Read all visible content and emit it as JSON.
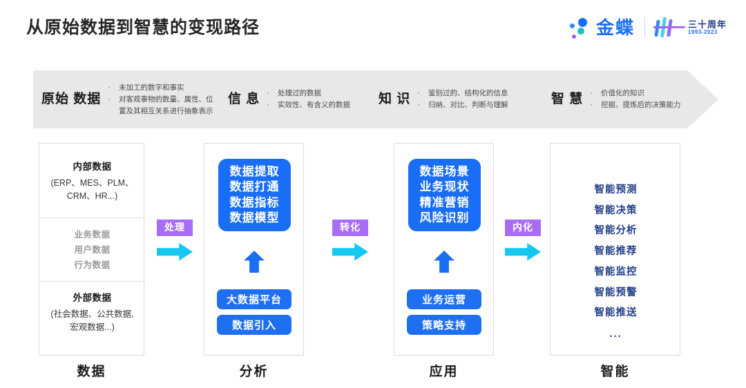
{
  "header": {
    "title": "从原始数据到智慧的变现路径",
    "logo": {
      "brand": "金蝶",
      "anniversary_cn": "三十周年",
      "anniversary_years": "1993-2023"
    }
  },
  "colors": {
    "brand_blue": "#1a6ef5",
    "card_blue": "#1f6ff2",
    "connector_purple": "#a96cf5",
    "connector_cyan": "#16c8f0",
    "navy": "#1f3c88",
    "banner_gray": "#e8e8e8"
  },
  "banner": {
    "stages": [
      {
        "name": "原始\n数据",
        "bullets": [
          "未加工的数字和事实",
          "对客观事物的数量、属性、位\n置及其相互关系进行抽象表示"
        ]
      },
      {
        "name": "信\n息",
        "bullets": [
          "处理过的数据",
          "实效性、有含义的数据"
        ]
      },
      {
        "name": "知\n识",
        "bullets": [
          "鉴别过的、结构化的信息",
          "归纳、对比、判断与理解"
        ]
      },
      {
        "name": "智\n慧",
        "bullets": [
          "价值化的知识",
          "挖掘、提炼后的决策能力"
        ]
      }
    ]
  },
  "columns": [
    {
      "caption": "数据",
      "internal": {
        "title": "内部数据",
        "sub": "(ERP、MES、PLM、\nCRM、HR...)"
      },
      "middle": [
        "业务数据",
        "用户数据",
        "行为数据"
      ],
      "external": {
        "title": "外部数据",
        "sub": "(社会数据、公共数据,\n宏观数据...)"
      }
    },
    {
      "caption": "分析",
      "card": "数据提取\n数据打通\n数据指标\n数据模型",
      "buttons": [
        "大数据平台",
        "数据引入"
      ]
    },
    {
      "caption": "应用",
      "card": "数据场景\n业务现状\n精准营销\n风险识别",
      "buttons": [
        "业务运营",
        "策略支持"
      ]
    },
    {
      "caption": "智能",
      "items": [
        "智能预测",
        "智能决策",
        "智能分析",
        "智能推荐",
        "智能监控",
        "智能预警",
        "智能推送"
      ],
      "ellipsis": "..."
    }
  ],
  "connectors": [
    {
      "label": "处理"
    },
    {
      "label": "转化"
    },
    {
      "label": "内化"
    }
  ]
}
